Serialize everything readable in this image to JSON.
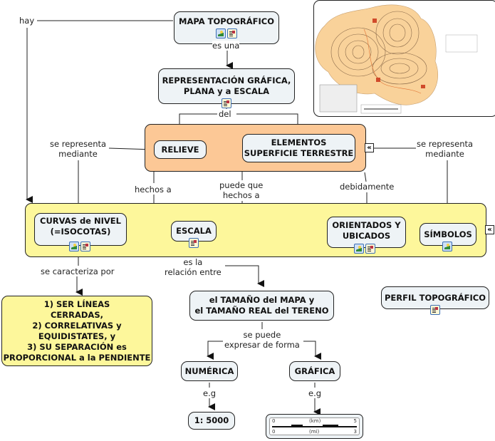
{
  "colors": {
    "node_fill": "#eef3f6",
    "group_orange": "#fcc896",
    "group_yellow": "#fdf79b",
    "map_land": "#f9d29a"
  },
  "nodes": {
    "mapa": "MAPA TOPOGRÁFICO",
    "representacion_l1": "REPRESENTACIÓN GRÁFICA,",
    "representacion_l2": "PLANA y a ESCALA",
    "relieve": "RELIEVE",
    "elementos_l1": "ELEMENTOS",
    "elementos_l2": "SUPERFICIE TERRESTRE",
    "curvas_l1": "CURVAS de NIVEL",
    "curvas_l2": "(=ISOCOTAS)",
    "escala": "ESCALA",
    "orientados_l1": "ORIENTADOS Y",
    "orientados_l2": "UBICADOS",
    "simbolos": "SÍMBOLOS",
    "caracteristicas": [
      "1) SER LÍNEAS",
      "CERRADAS,",
      "2) CORRELATIVAS y",
      "EQUIDISTATES, y",
      "3) SU SEPARACIÓN es",
      "PROPORCIONAL a la PENDIENTE"
    ],
    "tamano_l1": "el TAMAÑO del MAPA y",
    "tamano_l2": "el TAMAÑO REAL del TERENO",
    "perfil": "PERFIL TOPOGRÁFICO",
    "numerica": "NUMÉRICA",
    "grafica": "GRÁFICA",
    "ejemplo_numerico": "1: 5000"
  },
  "links": {
    "hay": "hay",
    "es_una": "es una",
    "del": "del",
    "se_representa_1_l1": "se representa",
    "se_representa_1_l2": "mediante",
    "se_representa_2_l1": "se representa",
    "se_representa_2_l2": "mediante",
    "hechos_a": "hechos a",
    "puede_que_l1": "puede que",
    "puede_que_l2": "hechos a",
    "debidamente": "debidamente",
    "se_caracteriza": "se caracteriza por",
    "es_la_l1": "es la",
    "es_la_l2": "relación entre",
    "se_puede_l1": "se puede",
    "se_puede_l2": "expresar de forma",
    "eg_1": "e.g",
    "eg_2": "e.g"
  },
  "scalebar": {
    "km_label": "(km)",
    "mi_label": "(mi)",
    "km_min": "0",
    "km_max": "5",
    "mi_min": "0",
    "mi_max": "3"
  },
  "collapse_glyph": "«"
}
